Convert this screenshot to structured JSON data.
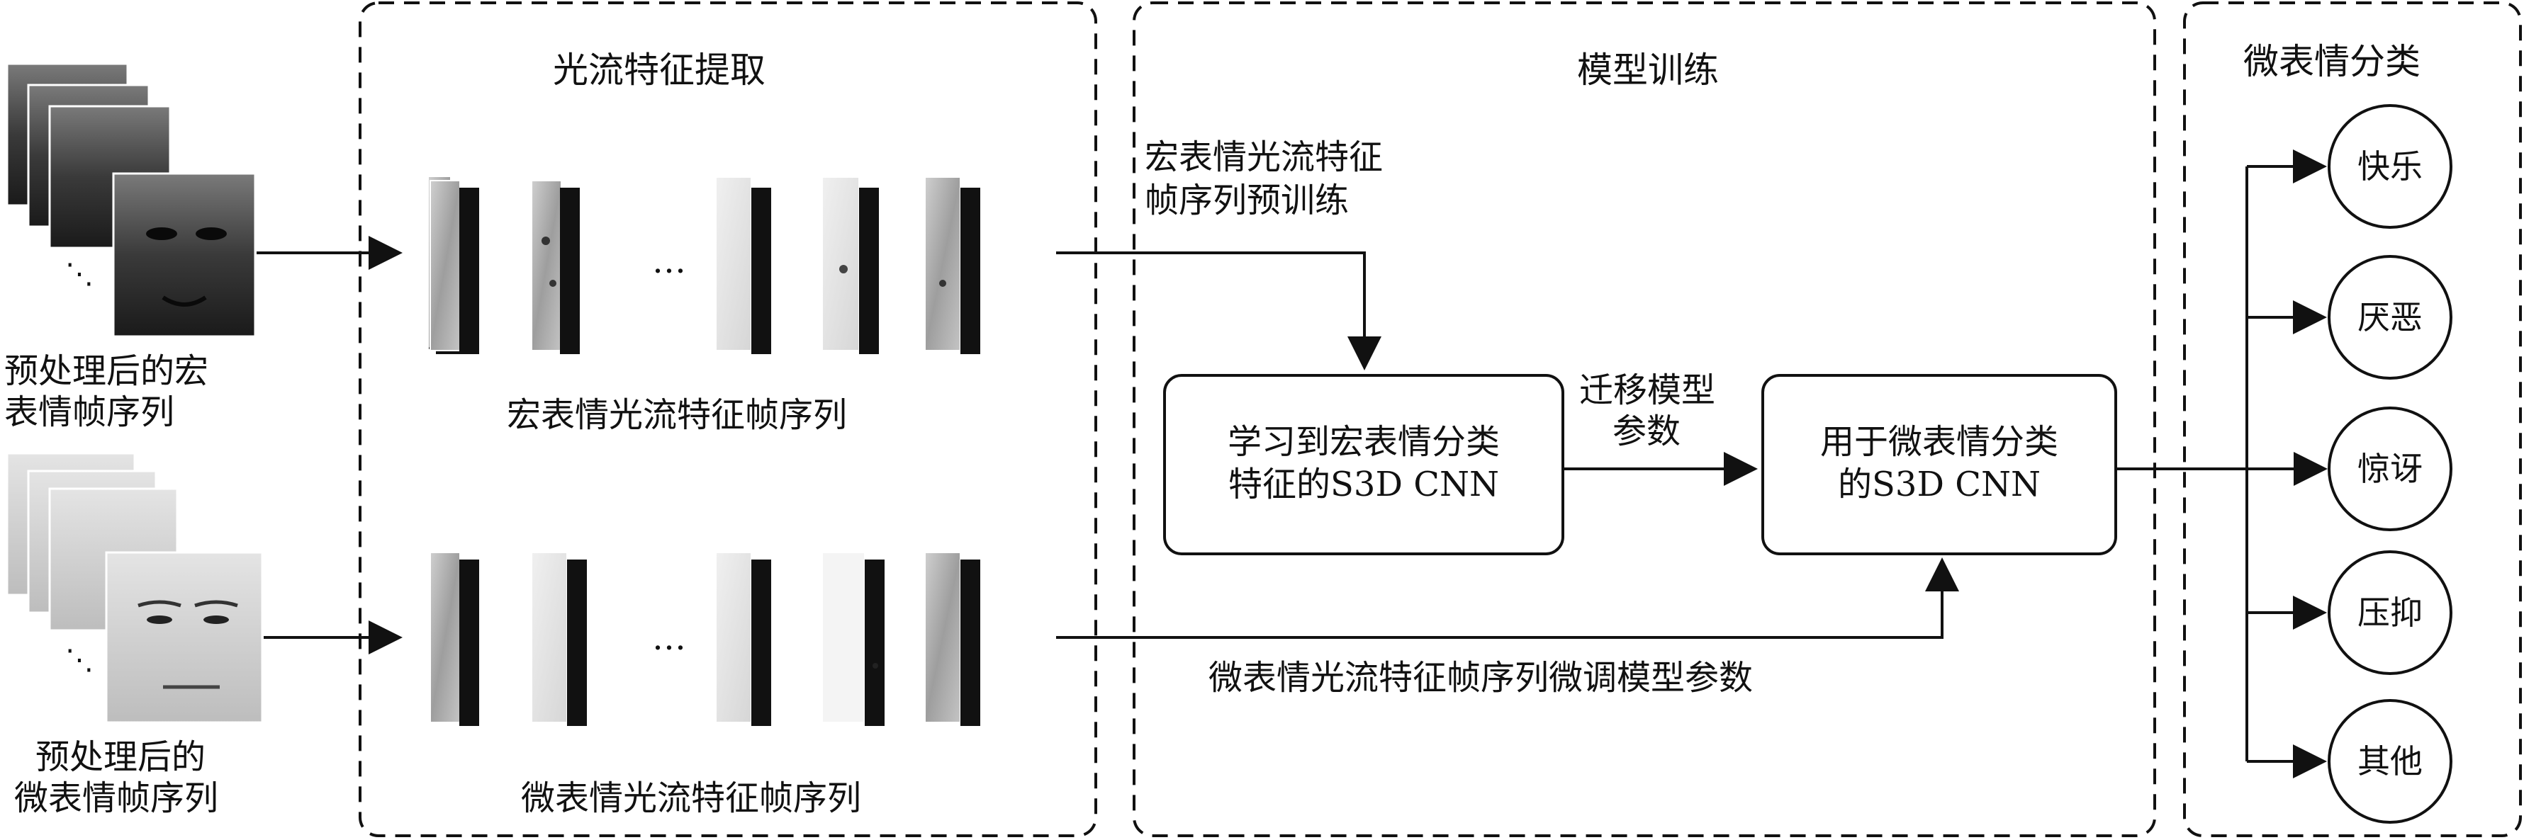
{
  "panels": {
    "flow": {
      "title": "光流特征提取"
    },
    "train": {
      "title": "模型训练"
    },
    "classify": {
      "title": "微表情分类"
    }
  },
  "inputs": {
    "macro_label_line1": "预处理后的宏",
    "macro_label_line2": "表情帧序列",
    "micro_label_line1": "预处理后的",
    "micro_label_line2": "微表情帧序列"
  },
  "flow": {
    "macro_label": "宏表情光流特征帧序列",
    "micro_label": "微表情光流特征帧序列",
    "ellipsis": "…"
  },
  "train": {
    "pretrain_line1": "宏表情光流特征",
    "pretrain_line2": "帧序列预训练",
    "box1_line1": "学习到宏表情分类",
    "box1_line2": "特征的S3D CNN",
    "transfer_line1": "迁移模型",
    "transfer_line2": "参数",
    "box2_line1": "用于微表情分类",
    "box2_line2": "的S3D CNN",
    "finetune": "微表情光流特征帧序列微调模型参数"
  },
  "classes": [
    "快乐",
    "厌恶",
    "惊讶",
    "压抑",
    "其他"
  ]
}
